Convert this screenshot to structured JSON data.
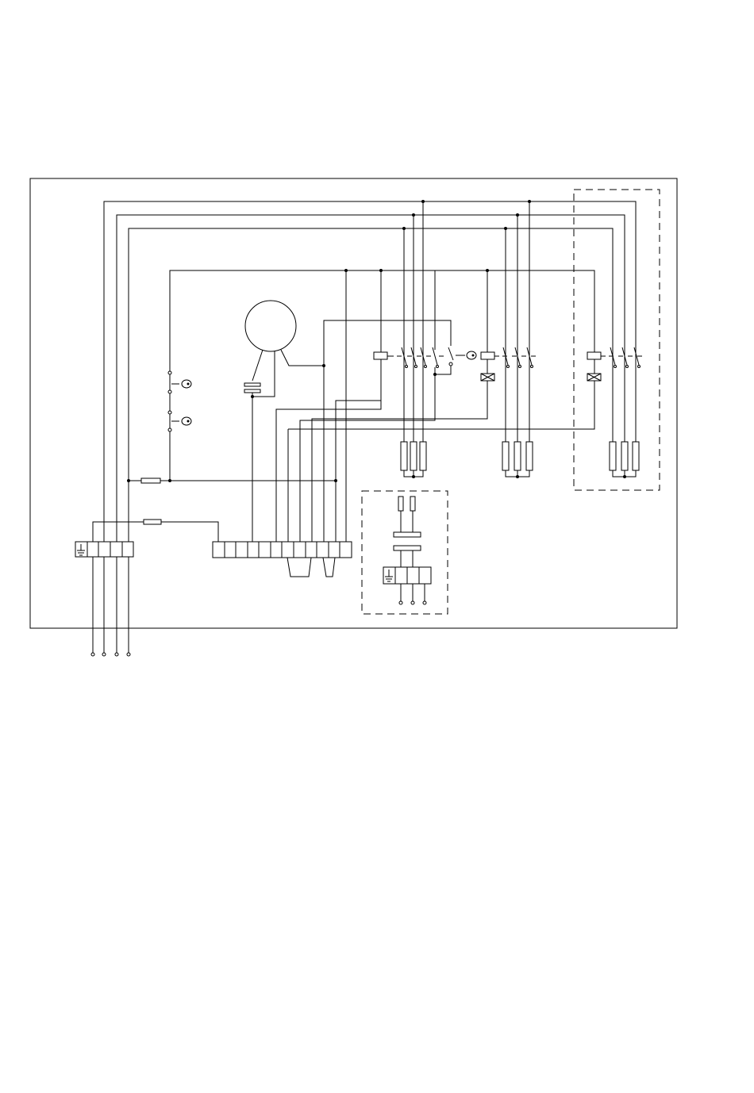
{
  "page": {
    "background": "#ffffff",
    "line_color": "#000000"
  },
  "diagram": {
    "kind": "electrical wiring schematic",
    "visible_text": [],
    "components": [
      "supply-terminal-block",
      "control-terminal-block",
      "fan-motor",
      "motor-capacitor",
      "thermostat-switches",
      "fuses",
      "contactors",
      "heating-element-groups",
      "optional-module"
    ]
  }
}
